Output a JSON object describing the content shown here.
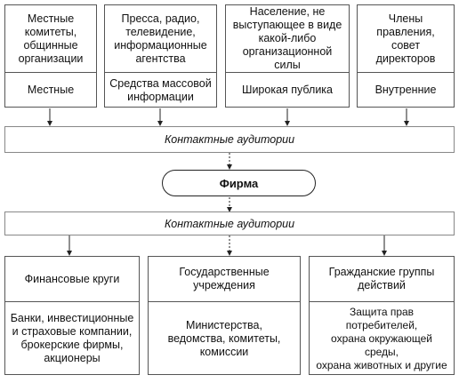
{
  "top_groups": [
    {
      "upper": "Местные\nкомитеты,\nобщинные\nорганизации",
      "lower": "Местные"
    },
    {
      "upper": "Пресса, радио,\nтелевидение,\nинформационные\nагентства",
      "lower": "Средства массовой\nинформации"
    },
    {
      "upper": "Население, не\nвыступающее в виде\nкакой-либо\nорганизационной силы",
      "lower": "Широкая публика"
    },
    {
      "upper": "Члены\nправления, совет\nдиректоров",
      "lower": "Внутренние"
    }
  ],
  "band_top": "Контактные аудитории",
  "firm": "Фирма",
  "band_bottom": "Контактные аудитории",
  "bottom_groups": [
    {
      "upper": "Финансовые круги",
      "lower": "Банки, инвестиционные\nи страховые компании,\nброкерские фирмы,\nакционеры"
    },
    {
      "upper": "Государственные\nучреждения",
      "lower": "Министерства,\nведомства, комитеты,\nкомиссии"
    },
    {
      "upper": "Гражданские группы\nдействий",
      "lower": "Защита прав потребителей,\nохрана окружающей среды,\nохрана животных и другие"
    }
  ]
}
